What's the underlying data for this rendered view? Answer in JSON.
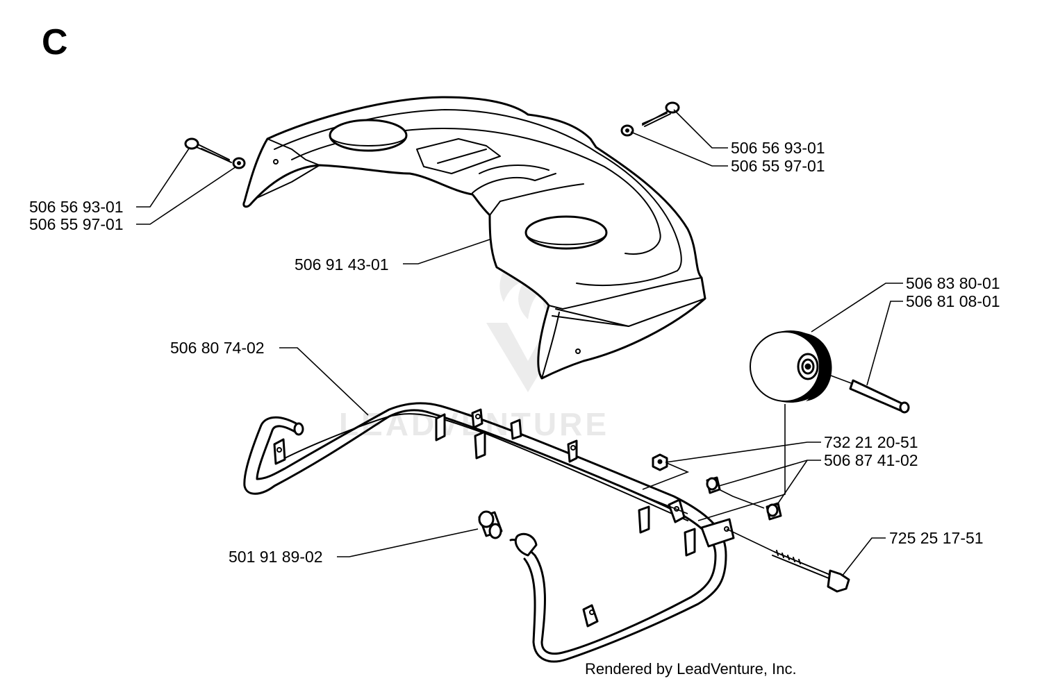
{
  "section_letter": "C",
  "watermark": "LEADVENTURE",
  "credit": "Rendered by LeadVenture, Inc.",
  "callouts": [
    {
      "id": "c1",
      "part_number": "506 56 93-01"
    },
    {
      "id": "c2",
      "part_number": "506 55 97-01"
    },
    {
      "id": "c3",
      "part_number": "506 56 93-01"
    },
    {
      "id": "c4",
      "part_number": "506 55 97-01"
    },
    {
      "id": "c5",
      "part_number": "506 91 43-01"
    },
    {
      "id": "c6",
      "part_number": "506 83 80-01"
    },
    {
      "id": "c7",
      "part_number": "506 81 08-01"
    },
    {
      "id": "c8",
      "part_number": "506 80 74-02"
    },
    {
      "id": "c9",
      "part_number": "732 21 20-51"
    },
    {
      "id": "c10",
      "part_number": "506 87 41-02"
    },
    {
      "id": "c11",
      "part_number": "725 25 17-51"
    },
    {
      "id": "c12",
      "part_number": "501 91 89-02"
    }
  ]
}
